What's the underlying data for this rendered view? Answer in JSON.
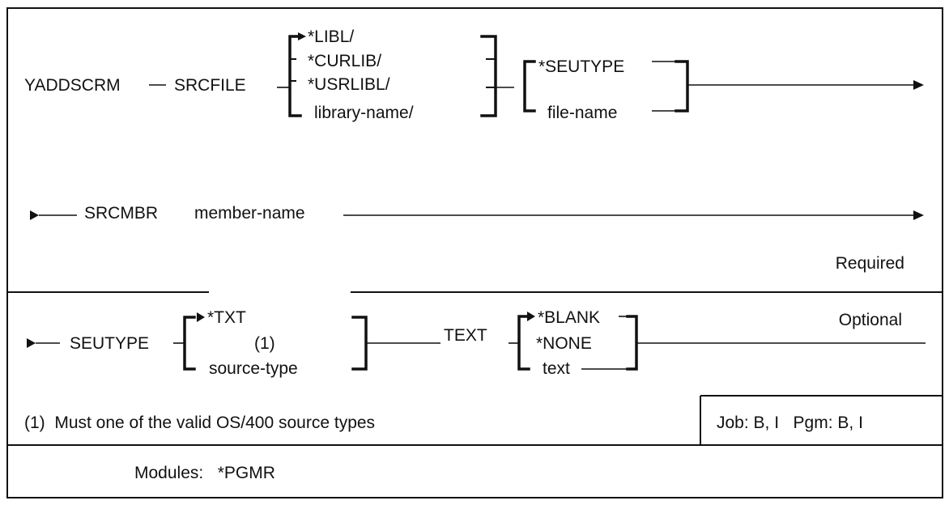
{
  "command": {
    "name": "YADDSCRM",
    "srcfile": {
      "keyword": "SRCFILE",
      "library_options": [
        "*LIBL/",
        "*CURLIB/",
        "*USRLIBL/",
        "library-name/"
      ],
      "file_options": [
        "*SEUTYPE",
        "file-name"
      ]
    },
    "srcmbr": {
      "keyword": "SRCMBR",
      "value": "member-name"
    },
    "seutype": {
      "keyword": "SEUTYPE",
      "options": [
        "*TXT",
        "(1)",
        "source-type"
      ]
    },
    "text": {
      "keyword": "TEXT",
      "options": [
        "*BLANK",
        "*NONE",
        "text"
      ]
    }
  },
  "labels": {
    "required": "Required",
    "optional": "Optional"
  },
  "footnote": "(1)  Must one of the valid OS/400 source types",
  "threading": "Job: B, I   Pgm: B, I",
  "modules": "Modules:   *PGMR"
}
